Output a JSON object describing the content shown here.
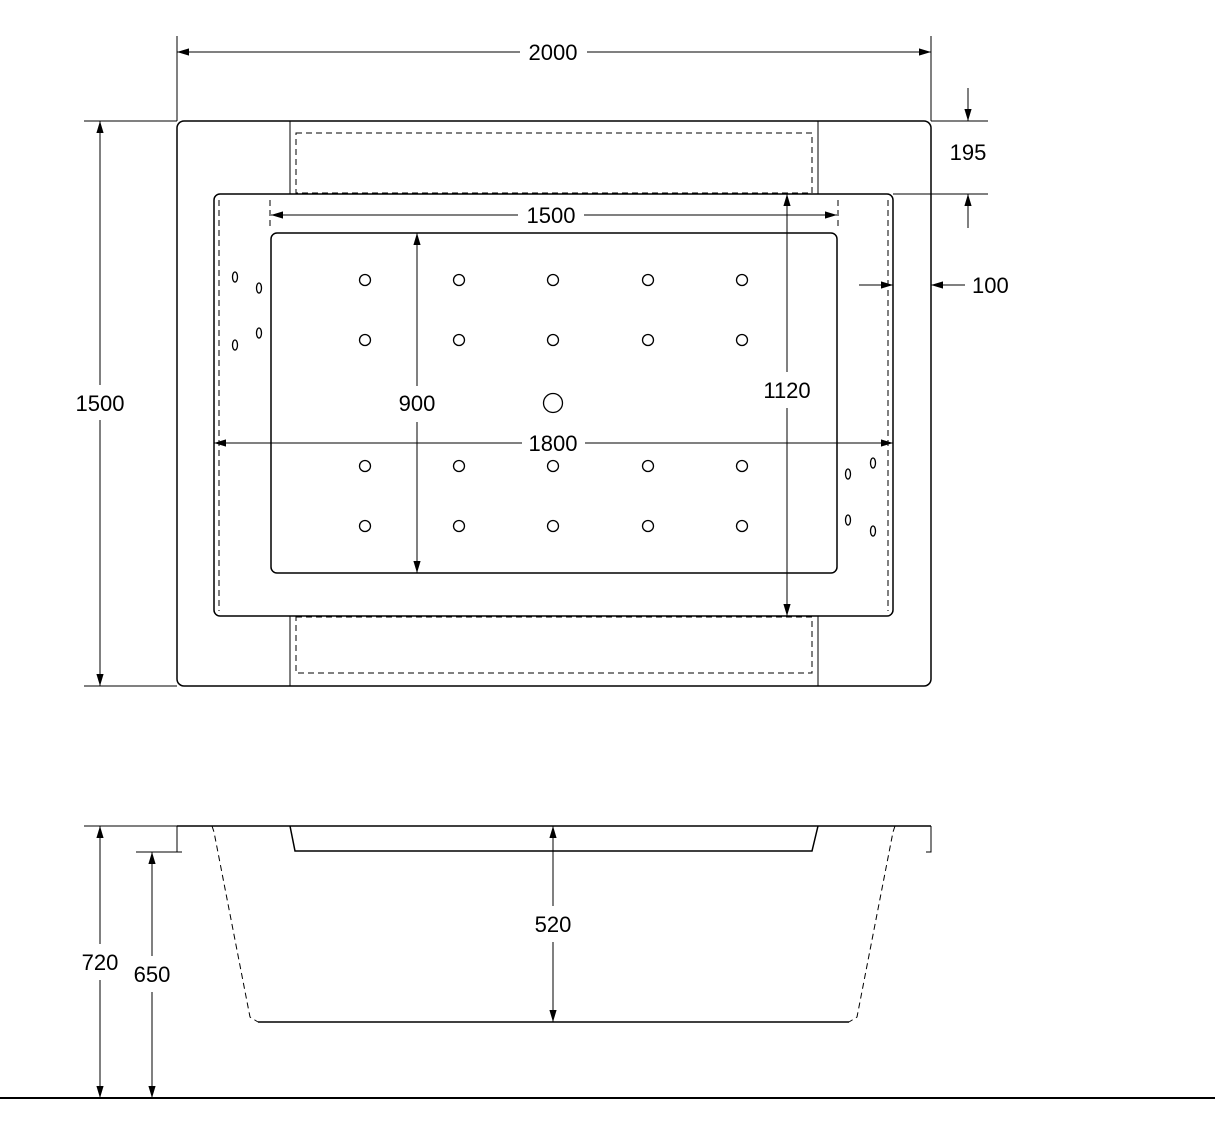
{
  "top_view": {
    "overall_width": "2000",
    "overall_length": "1500",
    "rim_depth": "195",
    "wall_thickness": "100",
    "inner_length": "1500",
    "inner_width_total": "1800",
    "floor_width": "900",
    "inner_depth": "1120"
  },
  "side_view": {
    "total_height": "720",
    "height_to_rim": "650",
    "water_depth": "520"
  },
  "colors": {
    "line": "#000000",
    "background": "#ffffff"
  }
}
